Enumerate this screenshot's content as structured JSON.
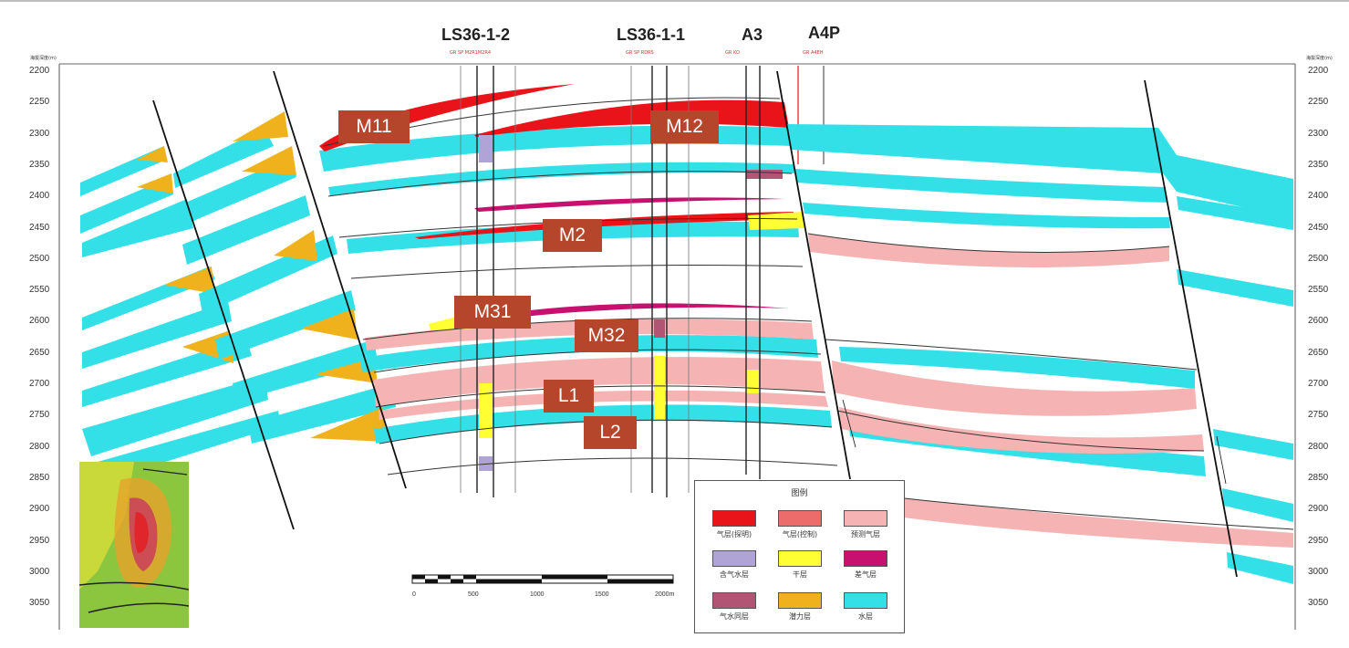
{
  "wells": [
    {
      "name": "LS36-1-2"
    },
    {
      "name": "LS36-1-1"
    },
    {
      "name": "A3"
    },
    {
      "name": "A4P"
    }
  ],
  "log_headers": {
    "ls36_1_2": "GR SP  M2R1M2R4",
    "ls36_1_1": "GR SP    RDRS",
    "a3": "GR        KO",
    "a4p": "GR    A4EH"
  },
  "axis": {
    "title_left": "海拔深度(m)",
    "title_right": "海拔深度(m)",
    "ticks": [
      "2200",
      "2250",
      "2300",
      "2350",
      "2400",
      "2450",
      "2500",
      "2550",
      "2600",
      "2650",
      "2700",
      "2750",
      "2800",
      "2850",
      "2900",
      "2950",
      "3000",
      "3050"
    ]
  },
  "callouts": [
    {
      "label": "M11"
    },
    {
      "label": "M12"
    },
    {
      "label": "M2"
    },
    {
      "label": "M31"
    },
    {
      "label": "M32"
    },
    {
      "label": "L1"
    },
    {
      "label": "L2"
    }
  ],
  "legend": {
    "title": "图例",
    "items": [
      {
        "label": "气层(探明)",
        "color": "#e8141a"
      },
      {
        "label": "气层(控制)",
        "color": "#ec6c6c"
      },
      {
        "label": "预测气层",
        "color": "#f5b3b3"
      },
      {
        "label": "含气水层",
        "color": "#b0a4d6"
      },
      {
        "label": "干层",
        "color": "#ffff33"
      },
      {
        "label": "差气层",
        "color": "#c8106e"
      },
      {
        "label": "气水同层",
        "color": "#b25474"
      },
      {
        "label": "潜力层",
        "color": "#f0b21c"
      },
      {
        "label": "水层",
        "color": "#33e0e8"
      }
    ]
  },
  "scale_bar": {
    "labels": [
      "0",
      "500",
      "1000",
      "1500",
      "2000m"
    ]
  },
  "colors": {
    "water": "#33e0e8",
    "gas_proved": "#e8141a",
    "gas_predicted": "#f5b3b3",
    "potential": "#f0b21c",
    "poor_gas": "#c8106e",
    "gas_water": "#b25474",
    "gas_bearing_water": "#b0a4d6",
    "dry": "#ffff33",
    "callout": "#b5452b"
  }
}
